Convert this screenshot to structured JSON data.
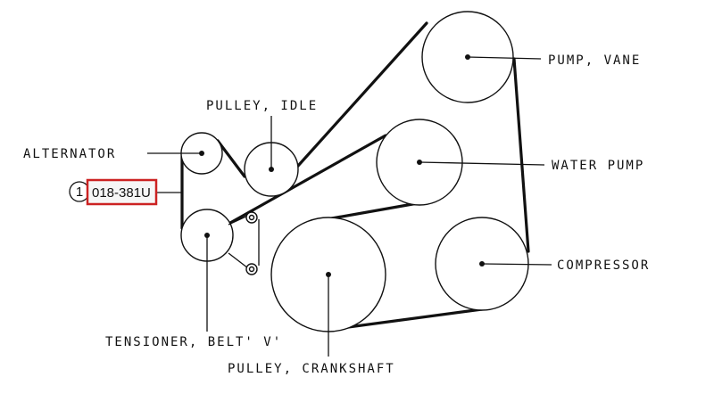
{
  "labels": {
    "pump_vane": "PUMP, VANE",
    "pulley_idle": "PULLEY, IDLE",
    "alternator": "ALTERNATOR",
    "water_pump": "WATER PUMP",
    "compressor": "COMPRESSOR",
    "tensioner": "TENSIONER, BELT' V'",
    "pulley_crankshaft": "PULLEY, CRANKSHAFT"
  },
  "callout": {
    "number": "1",
    "part_number": "018-381U",
    "highlight_color": "#cc2222"
  }
}
